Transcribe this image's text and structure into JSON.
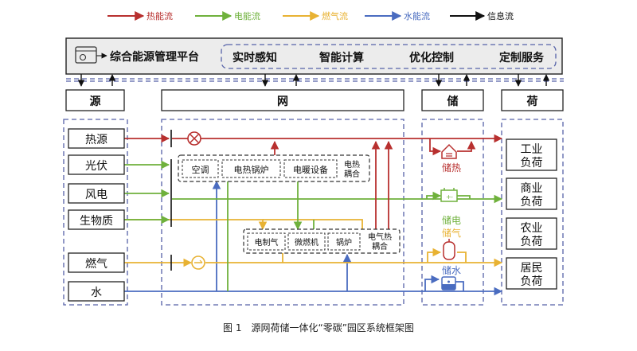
{
  "legend": {
    "heat_flow": "热能流",
    "power_flow": "电能流",
    "gas_flow": "燃气流",
    "water_flow": "水能流",
    "info_flow": "信息流"
  },
  "colors": {
    "heat": "#b8302f",
    "power": "#6fb13c",
    "gas": "#e8b233",
    "water": "#4a6cc0",
    "info": "#111111",
    "dash": "#5662a8",
    "platform_bg": "#ececec"
  },
  "platform": {
    "title": "综合能源管理平台",
    "functions": [
      "实时感知",
      "智能计算",
      "优化控制",
      "定制服务"
    ]
  },
  "sections": {
    "source": "源",
    "grid": "网",
    "storage": "储",
    "load": "荷"
  },
  "sources": [
    "热源",
    "光伏",
    "风电",
    "生物质",
    "燃气",
    "水"
  ],
  "grid_group1": {
    "devices": [
      "空调",
      "电热锅炉",
      "电暖设备"
    ],
    "coupling": [
      "电热",
      "耦合"
    ]
  },
  "grid_group2": {
    "devices": [
      "电制气",
      "微燃机",
      "锅炉"
    ],
    "coupling": [
      "电气热",
      "耦合"
    ]
  },
  "storage": [
    "储热",
    "储电",
    "储气",
    "储水"
  ],
  "loads": [
    [
      "工业",
      "负荷"
    ],
    [
      "商业",
      "负荷"
    ],
    [
      "农业",
      "负荷"
    ],
    [
      "居民",
      "负荷"
    ]
  ],
  "caption": "图 1　源网荷储一体化“零碳”园区系统框架图"
}
